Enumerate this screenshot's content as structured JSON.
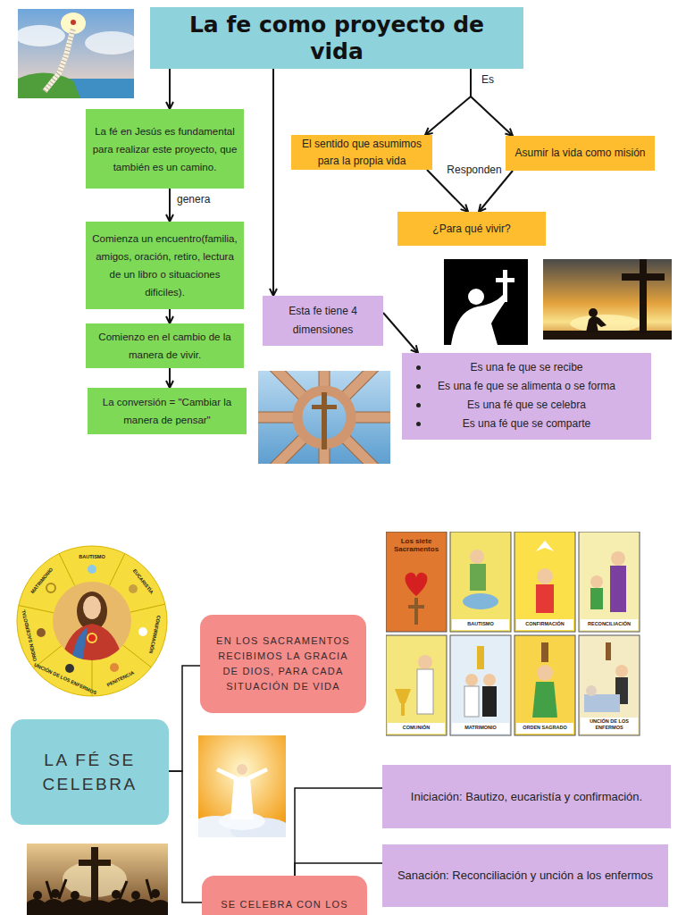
{
  "diagram": {
    "nodes": [
      {
        "text": [
          "La fe como proyecto de vida"
        ]
      },
      {
        "text": [
          "La fé en Jesús es fundamental para realizar este proyecto, que también es un camino."
        ]
      },
      {
        "text": [
          "Comienza un encuentro(familia, amigos, oración, retiro, lectura de un libro o situaciones dificiles)."
        ]
      },
      {
        "text": [
          "Comienzo en el cambio de la manera de vivir."
        ]
      },
      {
        "text": [
          "La conversión = \"Cambiar la manera de pensar\""
        ]
      },
      {
        "text": [
          "El sentido que asumimos para la propia vida"
        ]
      },
      {
        "text": [
          "Asumir la vida como misión"
        ]
      },
      {
        "text": [
          "¿Para qué vivir?"
        ]
      },
      {
        "text": [
          "Esta fe tiene 4 dimensiones"
        ]
      },
      {
        "text": [
          "Es una fe que se recibe",
          "Es una fe que se alimenta o se forma",
          "Es una fé que se celebra",
          "Es una fé que se comparte"
        ]
      },
      {
        "text": [
          "EN LOS SACRAMENTOS RECIBIMOS LA GRACIA DE DIOS, PARA CADA SITUACIÓN DE VIDA"
        ]
      },
      {
        "text": [
          "LA FÉ SE CELEBRA"
        ]
      },
      {
        "text": [
          "Iniciación: Bautizo, eucaristía y confirmación."
        ]
      },
      {
        "text": [
          "Sanación: Reconciliación y unción a los enfermos"
        ]
      },
      {
        "text": [
          "SE CELEBRA CON LOS"
        ]
      }
    ],
    "edges": [
      {
        "from": 0,
        "to": 1,
        "arrow": "to"
      },
      {
        "from": 1,
        "to": 2,
        "label": "genera",
        "arrow": "to"
      },
      {
        "from": 2,
        "to": 3,
        "arrow": "to"
      },
      {
        "from": 3,
        "to": 4,
        "arrow": "to"
      },
      {
        "from": 0,
        "to": 5,
        "label": "Es",
        "arrow": "to"
      },
      {
        "from": 0,
        "to": 6,
        "arrow": "to"
      },
      {
        "from": 5,
        "to": 7,
        "label": "Responden",
        "arrow": "to"
      },
      {
        "from": 6,
        "to": 7,
        "arrow": "to"
      },
      {
        "from": 0,
        "to": 8,
        "arrow": "to"
      },
      {
        "from": 8,
        "to": 9,
        "arrow": "to"
      },
      {
        "from": 11,
        "to": 10,
        "arrow": "none"
      },
      {
        "from": 11,
        "to": 14,
        "arrow": "none"
      },
      {
        "from": 14,
        "to": 12,
        "arrow": "none"
      },
      {
        "from": 14,
        "to": 13,
        "arrow": "none"
      }
    ],
    "labels": [
      "BAUTISMO",
      "EUCARISTÍA",
      "CONFIRMACIÓN",
      "PENITENCIA",
      "UNCIÓN DE LOS ENFERMOS",
      "ORDEN SACERDOTAL",
      "MATRIMONIO",
      "Los siete Sacramentos",
      "BAUTISMO",
      "CONFIRMACIÓN",
      "RECONCILIACIÓN",
      "COMUNIÓN",
      "MATRIMONIO",
      "ORDEN SAGRADO",
      "UNCIÓN DE LOS ENFERMOS"
    ]
  }
}
